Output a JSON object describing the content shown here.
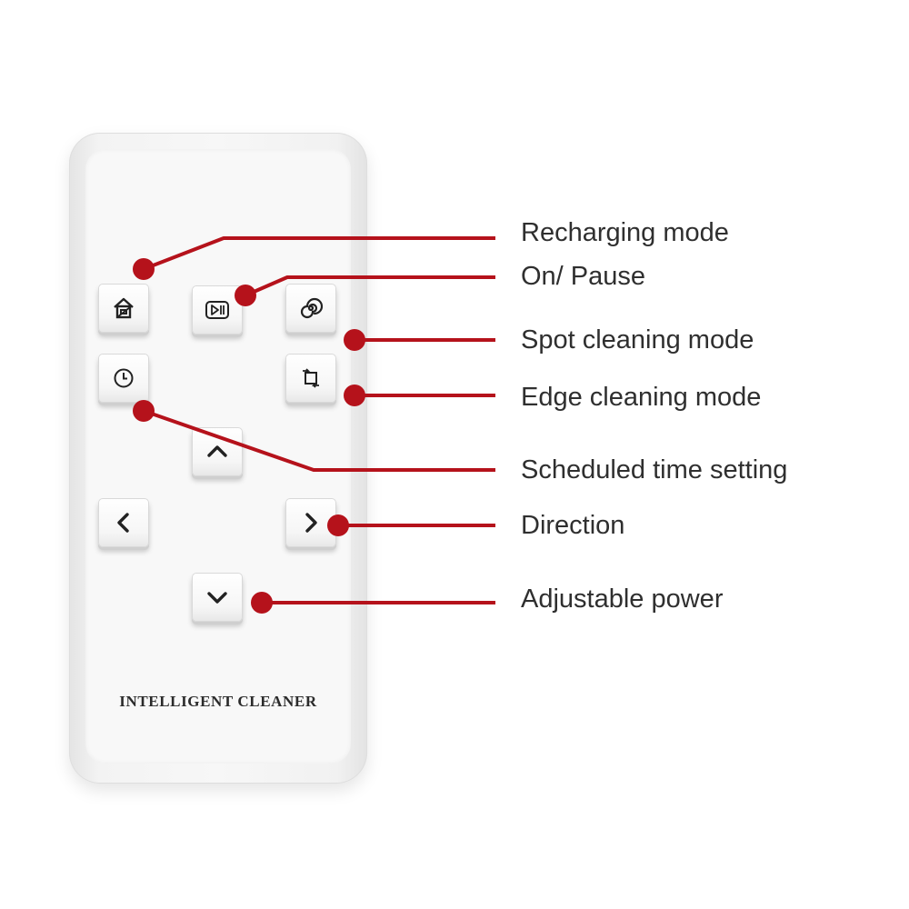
{
  "brand": "INTELLIGENT CLEANER",
  "accent_color": "#b5121b",
  "buttons": [
    {
      "name": "home-button",
      "icon": "home-icon"
    },
    {
      "name": "play-pause-button",
      "icon": "play-pause-icon"
    },
    {
      "name": "spiral-button",
      "icon": "spiral-icon"
    },
    {
      "name": "clock-button",
      "icon": "clock-icon"
    },
    {
      "name": "edge-button",
      "icon": "edge-icon"
    },
    {
      "name": "up-button",
      "icon": "chevron-up-icon"
    },
    {
      "name": "left-button",
      "icon": "chevron-left-icon"
    },
    {
      "name": "right-button",
      "icon": "chevron-right-icon"
    },
    {
      "name": "down-button",
      "icon": "chevron-down-icon"
    }
  ],
  "callouts": [
    {
      "label": "Recharging mode"
    },
    {
      "label": "On/ Pause"
    },
    {
      "label": "Spot cleaning mode"
    },
    {
      "label": "Edge cleaning mode"
    },
    {
      "label": "Scheduled time setting"
    },
    {
      "label": "Direction"
    },
    {
      "label": "Adjustable power"
    }
  ]
}
